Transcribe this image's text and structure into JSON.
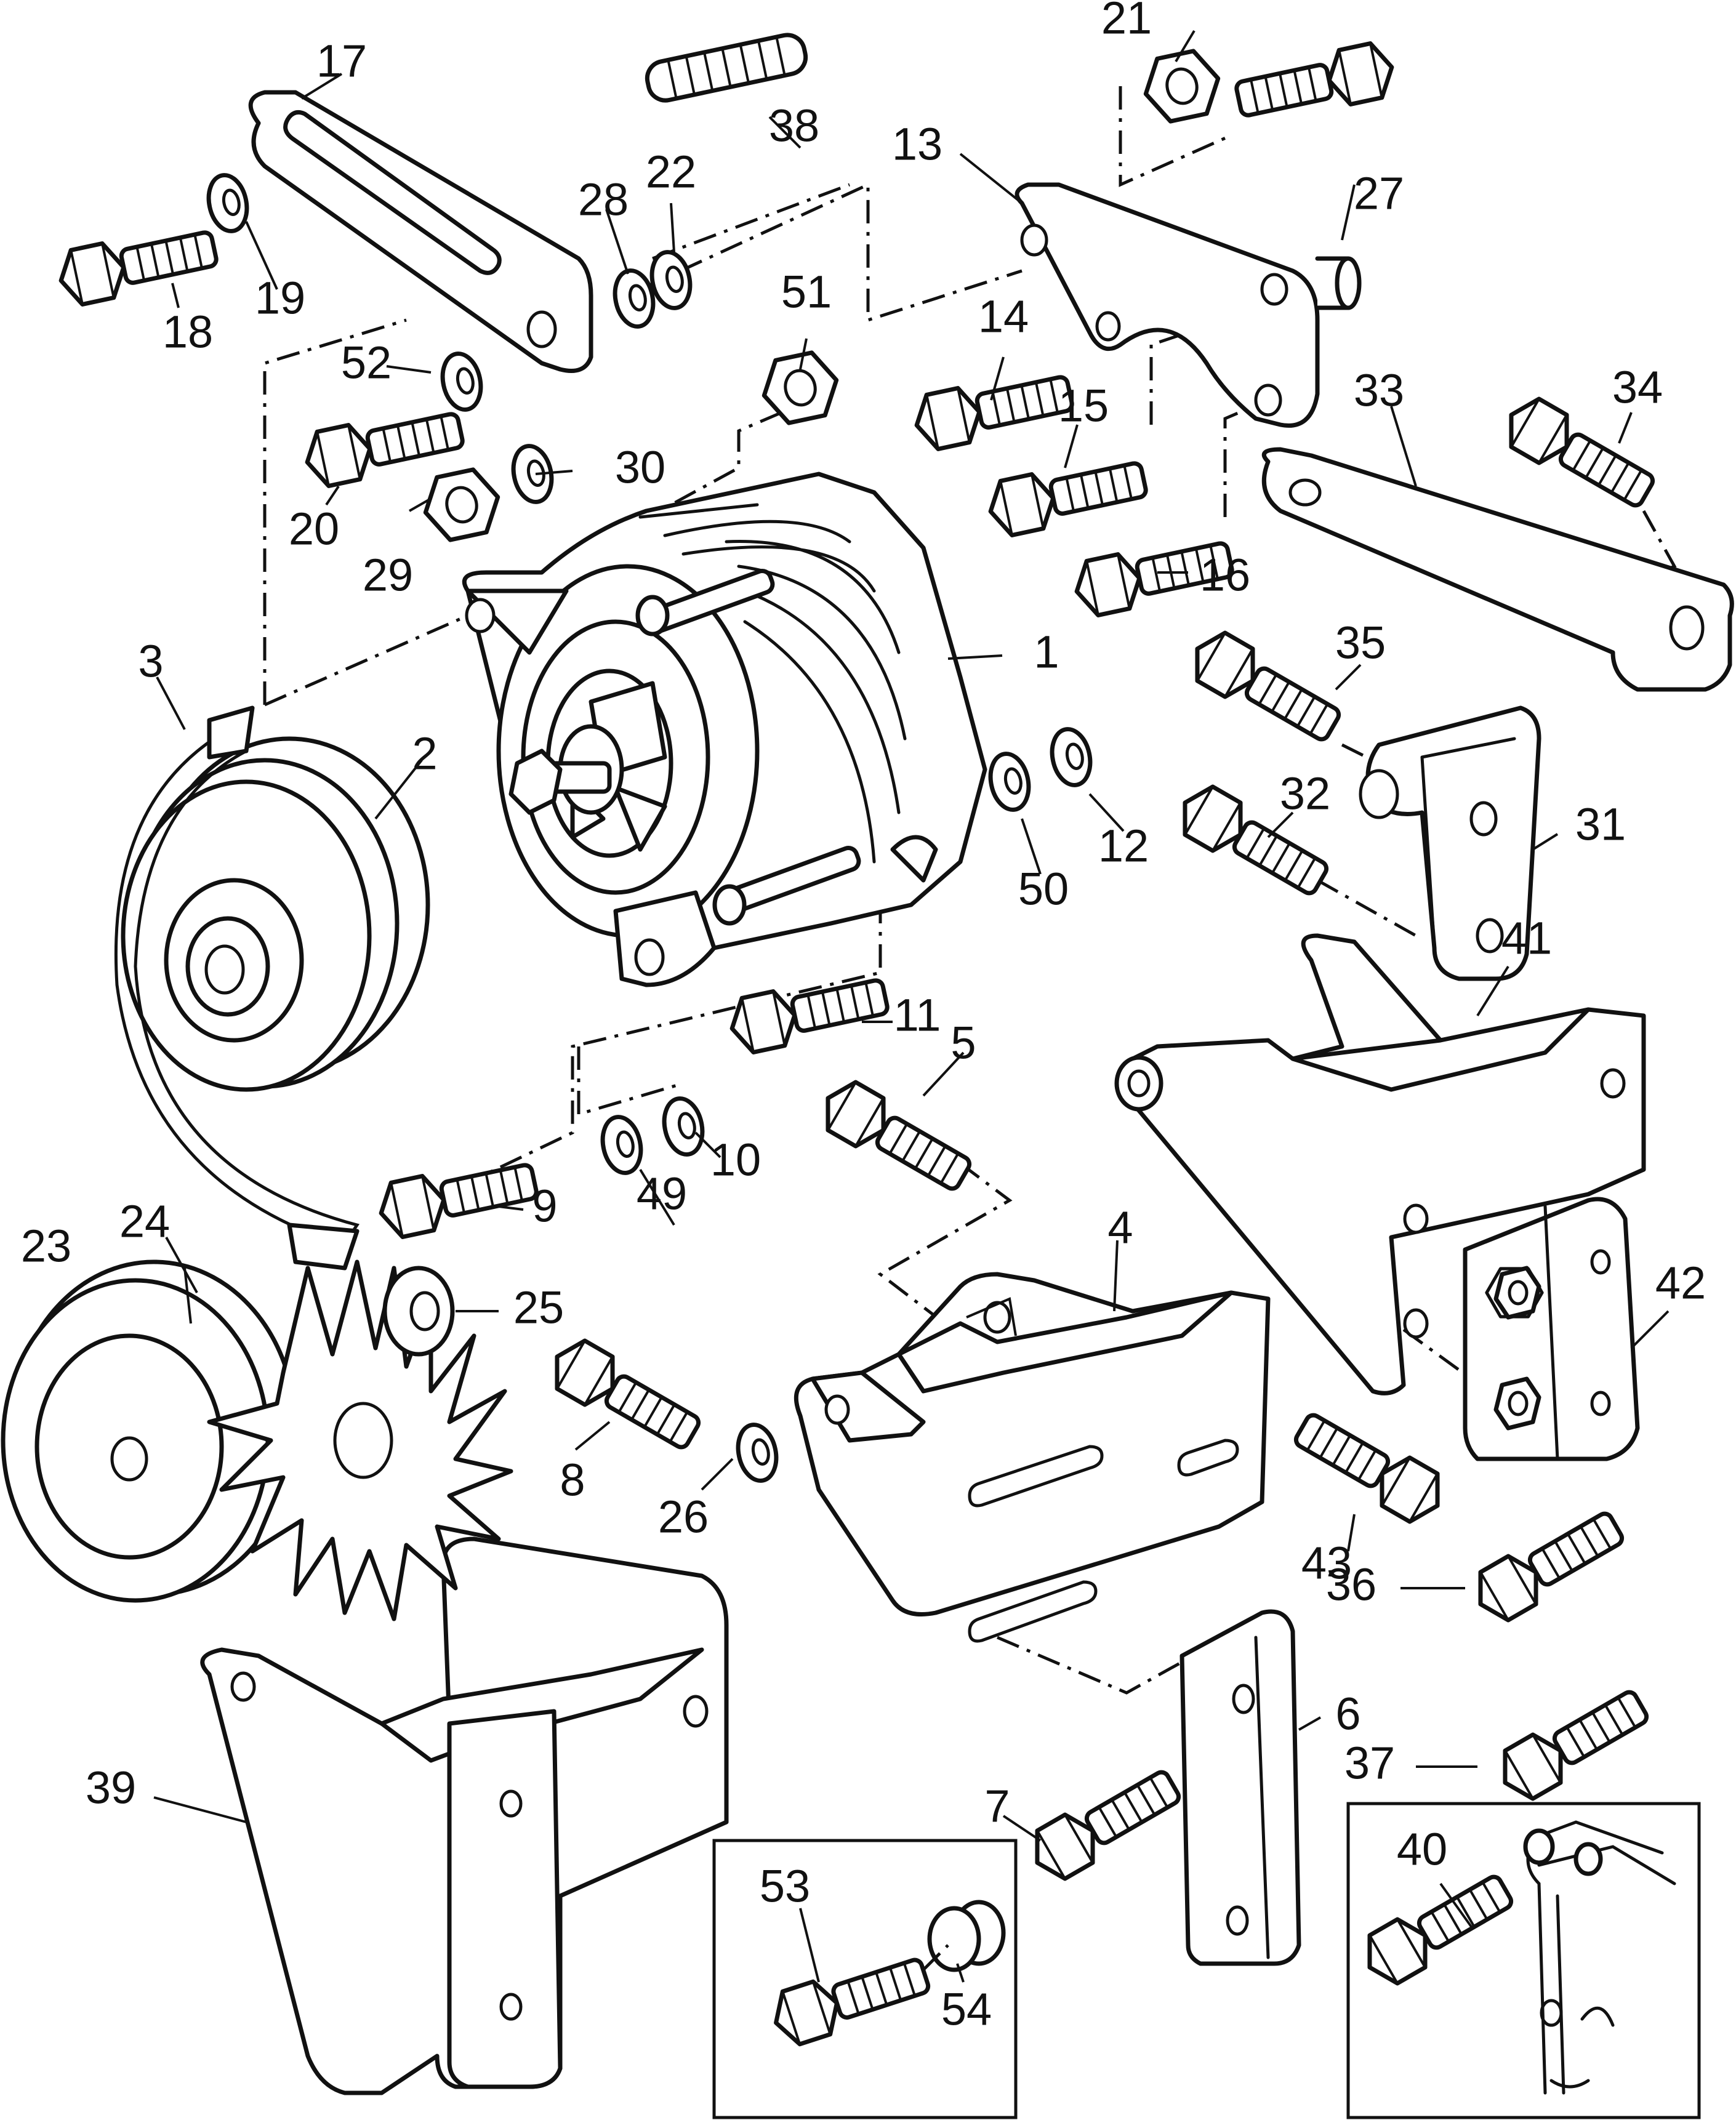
{
  "diagram": {
    "colors": {
      "ink": "#111111",
      "paper": "#ffffff"
    },
    "callouts": {
      "c1": "1",
      "c2": "2",
      "c3": "3",
      "c4": "4",
      "c5": "5",
      "c6": "6",
      "c7": "7",
      "c8": "8",
      "c9": "9",
      "c10": "10",
      "c11": "11",
      "c12": "12",
      "c13": "13",
      "c14": "14",
      "c15": "15",
      "c16": "16",
      "c17": "17",
      "c18": "18",
      "c19": "19",
      "c20": "20",
      "c21": "21",
      "c22": "22",
      "c23": "23",
      "c24": "24",
      "c25": "25",
      "c26": "26",
      "c27": "27",
      "c28": "28",
      "c29": "29",
      "c30": "30",
      "c31": "31",
      "c32": "32",
      "c33": "33",
      "c34": "34",
      "c35": "35",
      "c36": "36",
      "c37": "37",
      "c38": "38",
      "c39": "39",
      "c40": "40",
      "c41": "41",
      "c42": "42",
      "c43": "43",
      "c49": "49",
      "c50": "50",
      "c51": "51",
      "c52": "52",
      "c53": "53",
      "c54": "54"
    }
  }
}
